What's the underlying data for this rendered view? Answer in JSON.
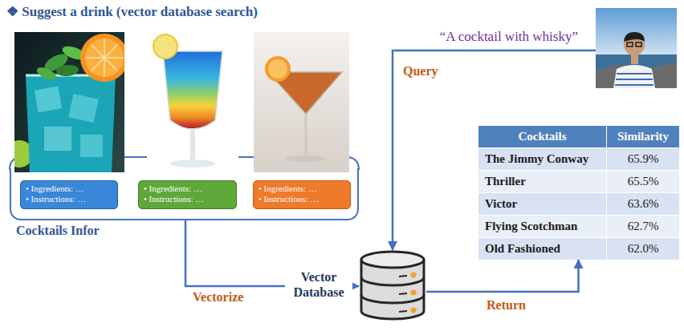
{
  "diagram": {
    "title": "❖ Suggest a drink (vector database search)",
    "nodes": [
      {
        "text": [
          "Cocktails Infor"
        ]
      },
      {
        "text": [
          "• Ingredients: …",
          "• Instructions: …"
        ],
        "in": 0
      },
      {
        "text": [
          "• Ingredients: …",
          "• Instructions: …"
        ],
        "in": 0
      },
      {
        "text": [
          "• Ingredients: …",
          "• Instructions: …"
        ],
        "in": 0
      },
      {
        "text": [
          "“A cocktail with whisky”"
        ]
      },
      {
        "text": [
          "Vector Database"
        ]
      },
      {
        "text": [
          "Cocktails",
          "Similarity",
          "The Jimmy Conway",
          "65.9%",
          "Thriller",
          "65.5%",
          "Victor",
          "63.6%",
          "Flying Scotchman",
          "62.7%",
          "Old Fashioned",
          "62.0%"
        ]
      }
    ],
    "edges": [
      {
        "from": 0,
        "to": 5,
        "label": "Vectorize",
        "arrow": "to"
      },
      {
        "from": 4,
        "to": 5,
        "label": "Query",
        "arrow": "to"
      },
      {
        "from": 5,
        "to": 6,
        "label": "Return",
        "arrow": "to"
      }
    ]
  }
}
